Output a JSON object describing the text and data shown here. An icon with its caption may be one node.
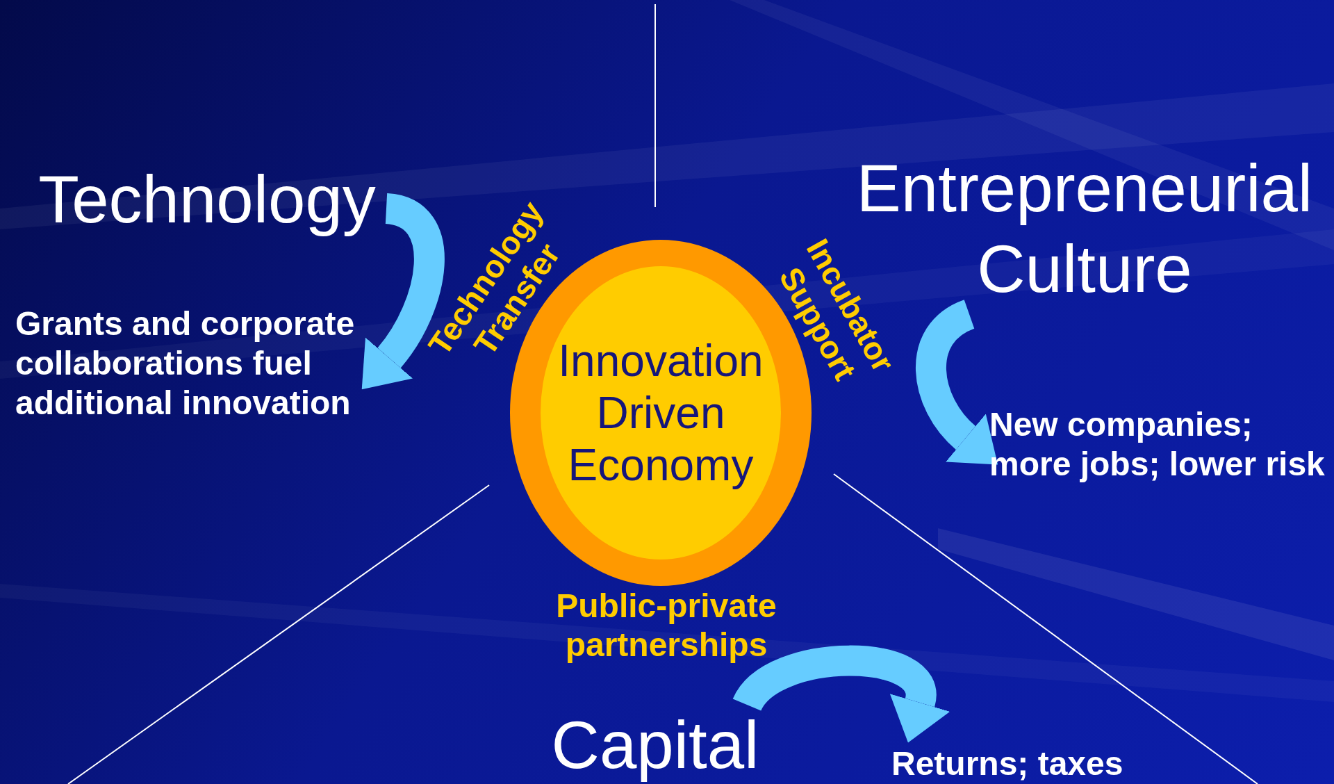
{
  "diagram": {
    "nodes": [
      {
        "text": [
          "Technology"
        ]
      },
      {
        "text": [
          "Grants and corporate collaborations fuel additional innovation"
        ]
      },
      {
        "text": [
          "Entrepreneurial Culture"
        ]
      },
      {
        "text": [
          "New companies; more jobs; lower risk"
        ]
      },
      {
        "text": [
          "Innovation Driven Economy"
        ]
      },
      {
        "text": [
          "Capital"
        ]
      },
      {
        "text": [
          "Returns; taxes"
        ]
      }
    ],
    "edges": [
      {
        "from": 0,
        "to": 1,
        "arrow": "to"
      },
      {
        "from": 2,
        "to": 3,
        "arrow": "to"
      },
      {
        "from": 5,
        "to": 6,
        "arrow": "to"
      }
    ],
    "labels": [
      "Technology Transfer",
      "Incubator Support",
      "Public-private partnerships"
    ]
  }
}
